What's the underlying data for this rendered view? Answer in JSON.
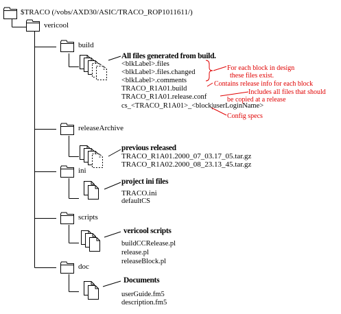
{
  "tree": {
    "root": "$TRACO (/vobs/AXD30/ASIC/TRACO_ROP1011611/)",
    "vericool": "vericool",
    "build": "build",
    "releaseArchive": "releaseArchive",
    "ini": "ini",
    "scripts": "scripts",
    "doc": "doc"
  },
  "build_info": {
    "heading": "All files generated from build.",
    "files": [
      "<blkLabel>.files",
      "<blkLabel>.files.changed",
      "<blkLabel>.comments",
      "TRACO_R1A01.build",
      "TRACO_R1A01.release.conf",
      "cs_<TRACO_R1A01>_<block|userLoginName>"
    ]
  },
  "annotations": [
    "For each block in design",
    "these files exist.",
    "Contains release info for each block",
    "Includes all files that should",
    "be copied at a release",
    "Config specs"
  ],
  "release_info": {
    "heading": "previous released",
    "files": [
      "TRACO_R1A01.2000_07_03.17_05.tar.gz",
      "TRACO_R1A02.2000_08_23.13_45.tar.gz"
    ]
  },
  "ini_info": {
    "heading": "project ini files",
    "files": [
      "TRACO.ini",
      "defaultCS"
    ]
  },
  "scripts_info": {
    "heading": "vericool scripts",
    "files": [
      "buildCCRelease.pl",
      "release.pl",
      "releaseBlock.pl"
    ]
  },
  "doc_info": {
    "heading": "Documents",
    "files": [
      "userGuide.fm5",
      "description.fm5"
    ]
  },
  "colors": {
    "ink": "#000000",
    "annotation": "#e00000",
    "background": "#ffffff"
  }
}
